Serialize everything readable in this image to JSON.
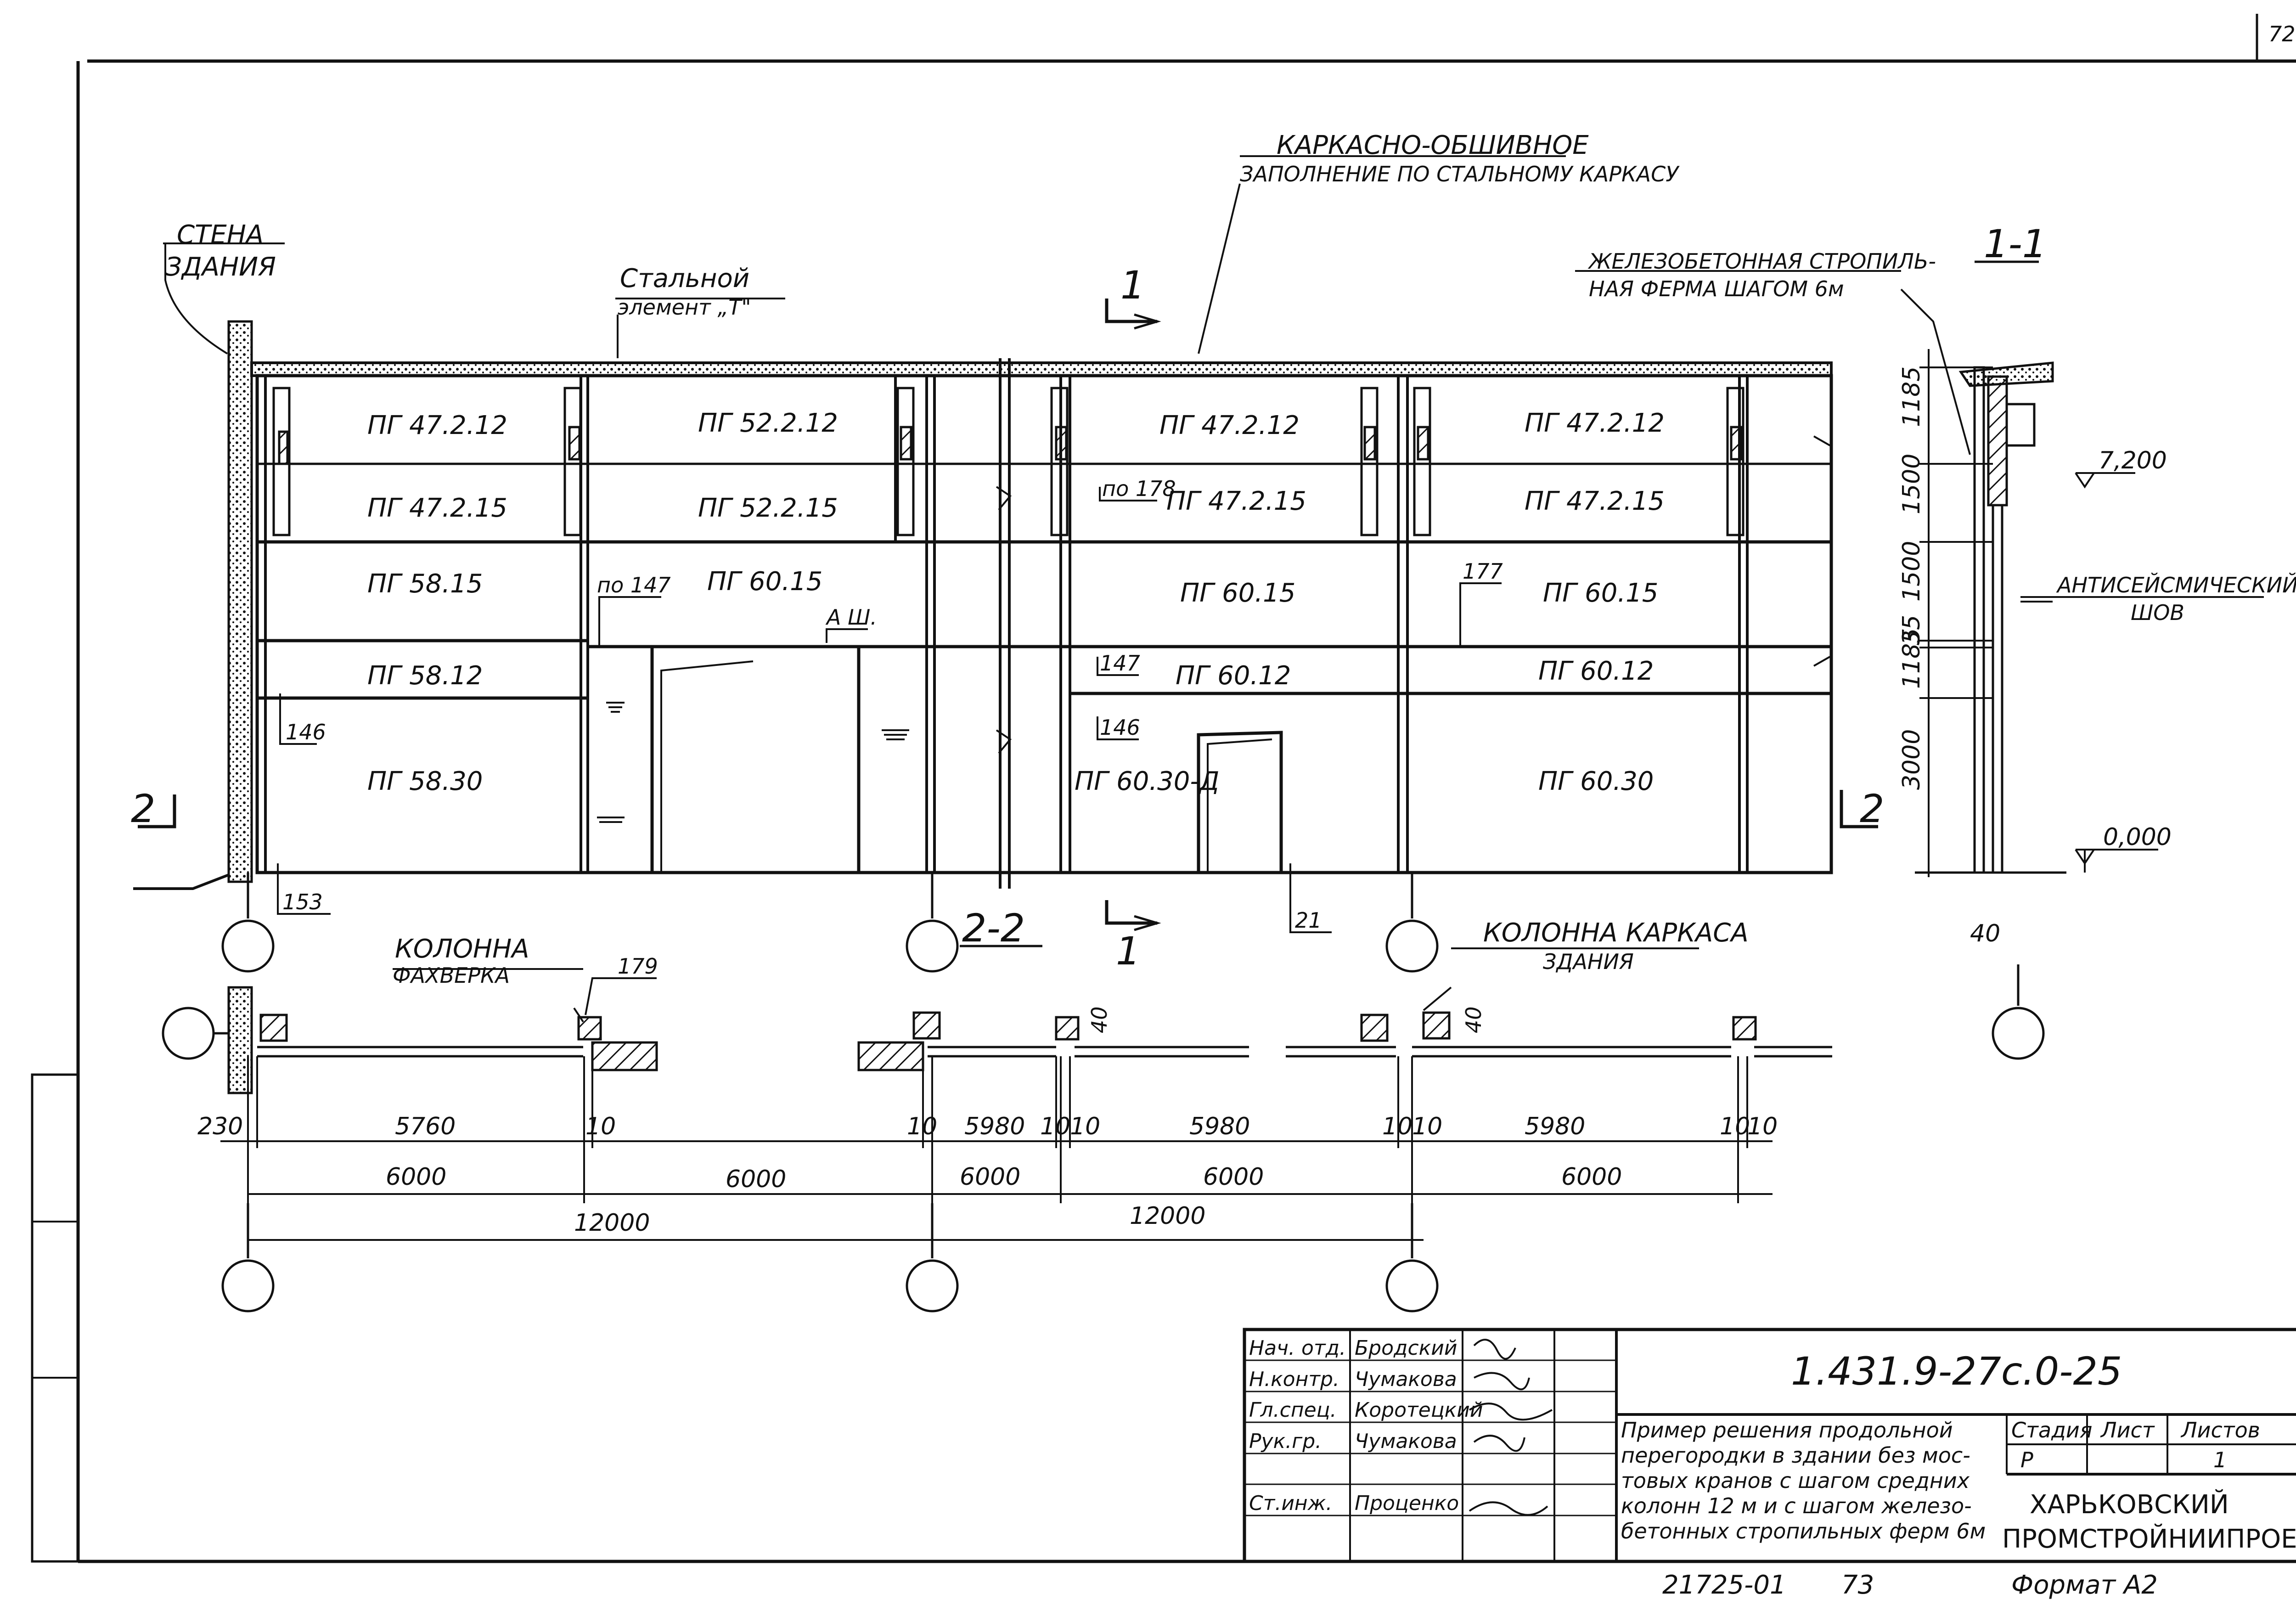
{
  "sheet": {
    "corner_number": "72",
    "bottom_number": "21725-01",
    "bottom_page": "73",
    "format_label": "Формат А2"
  },
  "annotations": {
    "wall_l1": "СТЕНА",
    "wall_l2": "ЗДАНИЯ",
    "steel_l1": "Стальной",
    "steel_l2": "элемент „Т\"",
    "frame_l1": "КАРКАСНО-ОБШИВНОЕ",
    "frame_l2": "ЗАПОЛНЕНИЕ ПО СТАЛЬНОМУ КАРКАСУ",
    "truss_l1": "ЖЕЛЕЗОБЕТОННАЯ СТРОПИЛЬ-",
    "truss_l2": "НАЯ ФЕРМА ШАГОМ 6м",
    "seismic_l1": "АНТИСЕЙСМИЧЕСКИЙ",
    "seismic_l2": "ШОВ",
    "col_fach_l1": "КОЛОННА",
    "col_fach_l2": "ФАХВЕРКА",
    "col_frame_l1": "КОЛОННА КАРКАСА",
    "col_frame_l2": "ЗДАНИЯ",
    "ash": "А Ш."
  },
  "section_marks": {
    "section_1_1": "1-1",
    "section_2_2": "2-2",
    "cut_1": "1",
    "cut_2": "2"
  },
  "panels": [
    "ПГ 47.2.12",
    "ПГ 52.2.12",
    "ПГ 47.2.12",
    "ПГ 47.2.12",
    "ПГ 47.2.15",
    "ПГ 52.2.15",
    "ПГ 47.2.15",
    "ПГ 47.2.15",
    "ПГ 58.15",
    "ПГ 60.15",
    "ПГ 60.15",
    "ПГ 60.15",
    "ПГ 58.12",
    "ПГ 60.12",
    "ПГ 60.12",
    "ПГ 58.30",
    "ПГ 60.30-Д",
    "ПГ 60.30"
  ],
  "callouts": {
    "c146a": "146",
    "c146b": "146",
    "c147a": "по 147",
    "c147b": "147",
    "c153": "153",
    "c177": "177",
    "c178": "по 178",
    "c179": "179",
    "c21": "21"
  },
  "section_dims": [
    "1185",
    "1500",
    "1500",
    "35",
    "1185",
    "3000",
    "40",
    "40"
  ],
  "levels": {
    "top": "7,200",
    "zero": "0,000"
  },
  "plan_dims": {
    "row1": [
      "230",
      "5760",
      "10",
      "10",
      "5980",
      "10",
      "10",
      "5980",
      "10",
      "10",
      "5980",
      "10",
      "10"
    ],
    "row2": [
      "6000",
      "6000",
      "6000",
      "6000",
      "6000"
    ],
    "row3": [
      "12000",
      "12000"
    ],
    "note_40": "40"
  },
  "title_block": {
    "designation": "1.431.9-27с.0-25",
    "roles": [
      "Нач. отд.",
      "Н.контр.",
      "Гл.спец.",
      "Рук.гр.",
      "",
      "",
      "Ст.инж."
    ],
    "names": [
      "Бродский",
      "Чумакова",
      "Коротецкий",
      "Чумакова",
      "",
      "",
      "Проценко"
    ],
    "description": [
      "Пример решения продольной",
      "перегородки в здании без мос-",
      "товых кранов с шагом средних",
      "колонн 12 м и с шагом железо-",
      "бетонных стропильных ферм 6м"
    ],
    "stage_header": "Стадия",
    "sheet_header": "Лист",
    "sheets_header": "Листов",
    "stage_value": "Р",
    "sheet_value": "",
    "sheets_value": "1",
    "org_l1": "ХАРЬКОВСКИЙ",
    "org_l2": "ПРОМСТРОЙНИИПРОЕКТ"
  }
}
